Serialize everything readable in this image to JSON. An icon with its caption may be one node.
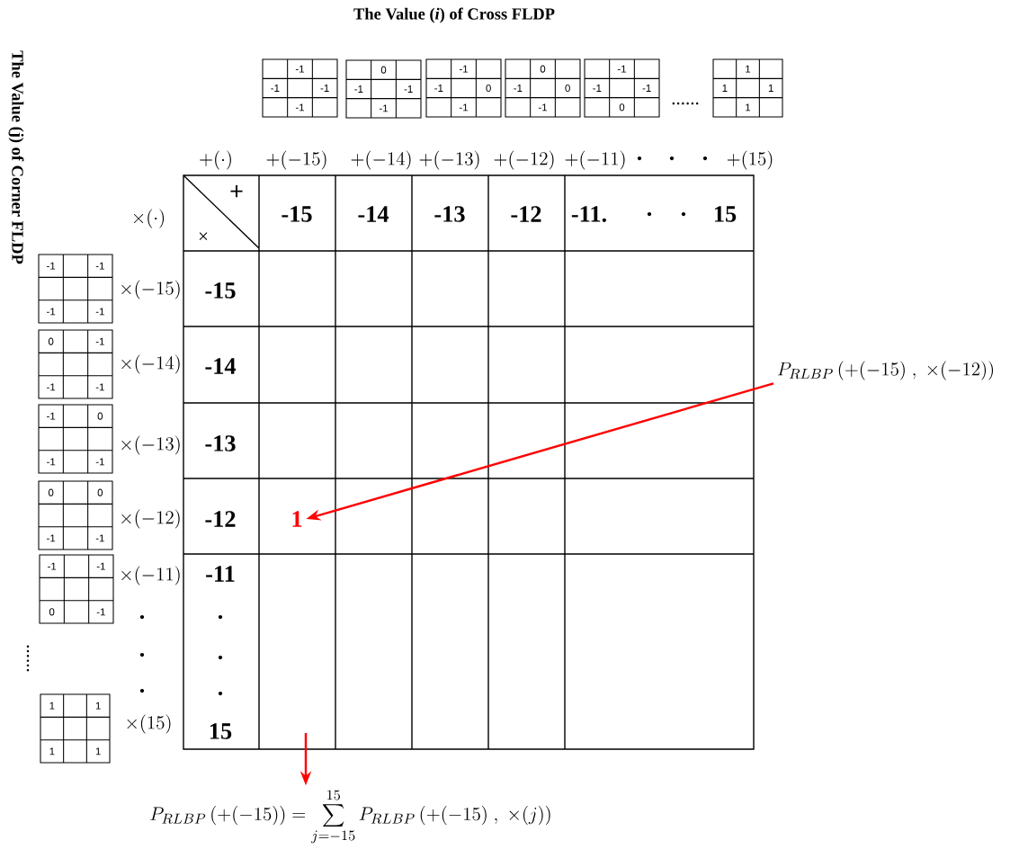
{
  "diagram": {
    "title": "The Value (*i*) of Cross FLDP",
    "nodes": [
      {
        "text": [
          "P_{RLBP}\\left(+(-15)\\ ,\\ \\times(-12)\\right)"
        ]
      },
      {
        "text": [
          "1"
        ]
      },
      {
        "text": [
          "P_{RLBP}\\left(+(-15)\\right)=\\sum_{j=-15}^{15}P_{RLBP}\\left(+(-15)\\ ,\\ \\times(j)\\right)"
        ]
      }
    ],
    "edges": [
      {
        "from": 0,
        "to": 1,
        "arrow": "to",
        "color": "#ff0000"
      },
      {
        "from": null,
        "to": 2,
        "arrow": "to",
        "color": "#ff0000"
      }
    ],
    "labels": [
      "The Value (j) of Corner FLDP",
      "-1",
      "-1",
      "-1",
      "-1",
      "0",
      "-1",
      "-1",
      "-1",
      "-1",
      "-1",
      "0",
      "-1",
      "0",
      "-1",
      "0",
      "-1",
      "-1",
      "-1",
      "-1",
      "0",
      "1",
      "1",
      "1",
      "1",
      "......",
      "+(\\cdot)",
      "+(-15)",
      "+(-14)",
      "+(-13)",
      "+(-12)",
      "+(-11)",
      ".",
      ".",
      ".",
      "+(15)",
      "+",
      "\\times(\\cdot)",
      "×",
      "-15",
      "-14",
      "-13",
      "-12",
      "-11.",
      ".",
      ".",
      "15",
      "-1",
      "-1",
      "-1",
      "-1",
      "0",
      "-1",
      "-1",
      "-1",
      "-1",
      "0",
      "-1",
      "-1",
      "0",
      "0",
      "-1",
      "-1",
      "-1",
      "-1",
      "0",
      "-1",
      "1",
      "1",
      "1",
      "1",
      "......",
      "\\times(-15)",
      "\\times(-14)",
      "\\times(-13)",
      "\\times(-12)",
      "\\times(-11)",
      ".",
      ".",
      ".",
      "\\times(15)",
      "-15",
      "-14",
      "-13",
      "-12",
      "-11",
      ".",
      ".",
      ".",
      "15"
    ]
  }
}
